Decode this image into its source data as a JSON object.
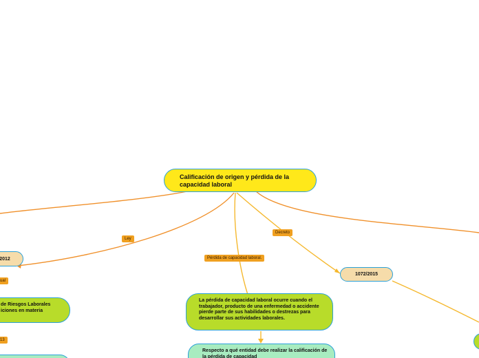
{
  "root": {
    "title": "Calificación de origen y pérdida de la capacidad laboral"
  },
  "labels": {
    "ley": "Ley",
    "decreto": "Decreto",
    "perdida": "Pérdida de capacidad laboral.",
    "left_partial_1": "ual",
    "left_partial_2": "13"
  },
  "nodes": {
    "left_year": "2012",
    "left_green": "de Riesgos Laborales\niciones en materia",
    "decree": "1072/2015",
    "definition": "La pérdida de capacidad laboral ocurre cuando el trabajador, producto de una enfermedad o accidente pierde parte de sus habilidades o destrezas para desarrollar sus actividades laborales.",
    "entity_question": "Respecto a qué entidad debe realizar la calificación de la pérdida de capacidad"
  },
  "colors": {
    "root_fill": "#ffe81a",
    "pill_fill": "#f6dcaa",
    "green_fill": "#b8dc2a",
    "mint_fill": "#a8ecc0",
    "border": "#2aa0d8",
    "link_orange": "#f0902a",
    "link_yellow": "#f5b82e",
    "label_fill": "#f0a020"
  }
}
